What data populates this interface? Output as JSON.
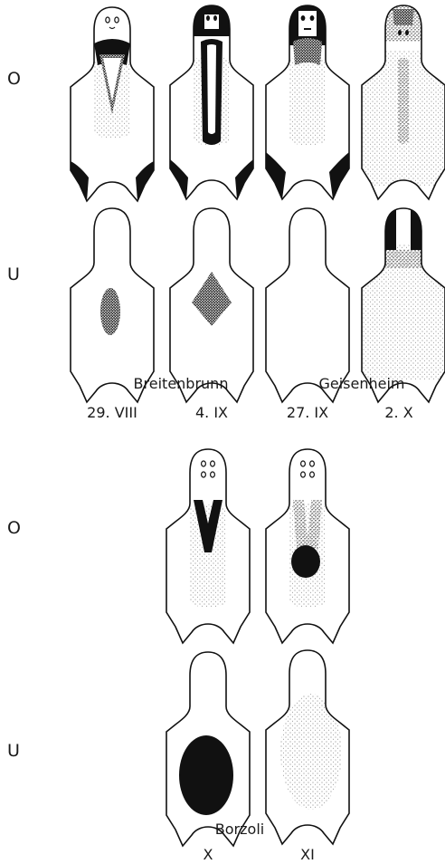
{
  "rows": {
    "top_o": "O",
    "top_u": "U",
    "bottom_o": "O",
    "bottom_u": "U"
  },
  "locations": {
    "breitenbrunn": "Breitenbrunn",
    "geisenheim": "Geisenheim",
    "borzoli": "Borzoli"
  },
  "dates": {
    "d1": "29. VIII",
    "d2": "4. IX",
    "d3": "27. IX",
    "d4": "2. X",
    "d5": "X",
    "d6": "XI"
  }
}
